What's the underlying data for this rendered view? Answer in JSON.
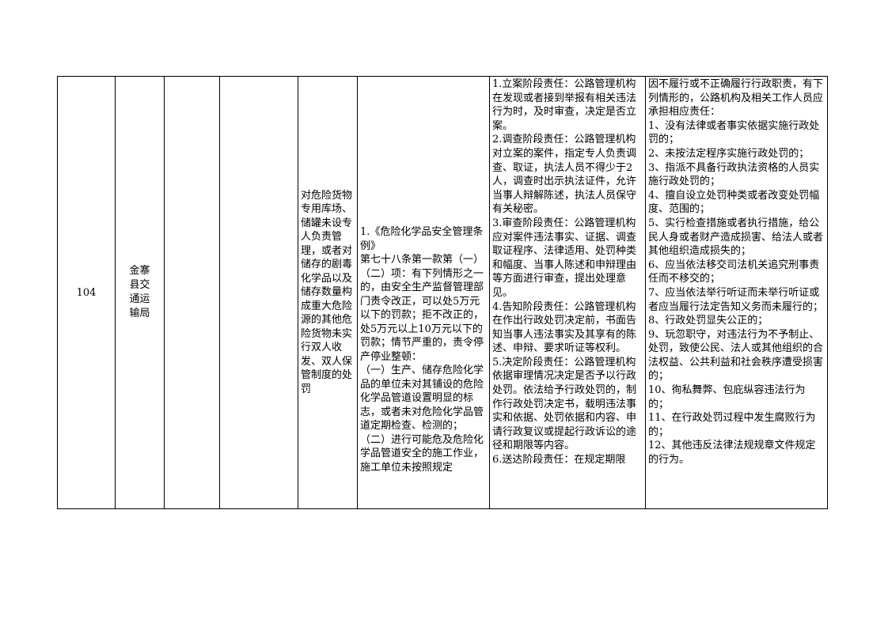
{
  "row": {
    "seq": "104",
    "department": "金寨县交通运输局",
    "item": "对危险货物专用库场、储罐未设专人负责管理，或者对储存的剧毒化学品以及储存数量构成重大危险源的其他危险货物未实行双人收发、双人保管制度的处罚",
    "basis": [
      "1.《危险化学品安全管理条例》",
      "第七十八条第一款第（一）（二）项：有下列情形之一的，由安全生产监督管理部门责令改正，可以处5万元以下的罚款；拒不改正的，处5万元以上10万元以下的罚款；情节严重的，责令停产停业整顿：",
      "（一）生产、储存危险化学品的单位未对其铺设的危险化学品管道设置明显的标志，或者未对危险化学品管道定期检查、检测的；",
      "（二）进行可能危及危险化学品管道安全的施工作业，施工单位未按照规定"
    ],
    "responsibility": [
      "1.立案阶段责任：公路管理机构在发现或者接到举报有相关违法行为时，及时审查，决定是否立案。",
      "2.调查阶段责任：公路管理机构对立案的案件，指定专人负责调查、取证，执法人员不得少于2人，调查时出示执法证件，允许当事人辩解陈述，执法人员保守有关秘密。",
      "3.审查阶段责任：公路管理机构应对案件违法事实、证据、调查取证程序、法律适用、处罚种类和幅度、当事人陈述和申辩理由等方面进行审查，提出处理意见。",
      "4.告知阶段责任：公路管理机构在作出行政处罚决定前，书面告知当事人违法事实及其享有的陈述、申辩、要求听证等权利。",
      "5.决定阶段责任：公路管理机构依据审理情况决定是否予以行政处罚。依法给予行政处罚的，制作行政处罚决定书，载明违法事实和依据、处罚依据和内容、申请行政复议或提起行政诉讼的途径和期限等内容。",
      "6.送达阶段责任：在规定期限"
    ],
    "liability": [
      "因不履行或不正确履行行政职责，有下列情形的，公路机构及相关工作人员应承担相应责任：",
      "1、没有法律或者事实依据实施行政处罚的；",
      "2、未按法定程序实施行政处罚的；",
      "3、指派不具备行政执法资格的人员实施行政处罚的；",
      "4、擅自设立处罚种类或者改变处罚幅度、范围的；",
      "5、实行检查措施或者执行措施，给公民人身或者财产造成损害、给法人或者其他组织造成损失的；",
      "6、应当依法移交司法机关追究刑事责任而不移交的；",
      "7、应当依法举行听证而未举行听证或者应当履行法定告知义务而未履行的；",
      "8、行政处罚显失公正的；",
      "9、玩忽职守，对违法行为不予制止、处罚，致使公民、法人或其他组织的合法权益、公共利益和社会秩序遭受损害的；",
      "10、徇私舞弊、包庇纵容违法行为的；",
      "11、在行政处罚过程中发生腐败行为的；",
      "12、其他违反法律法规规章文件规定的行为。"
    ]
  }
}
